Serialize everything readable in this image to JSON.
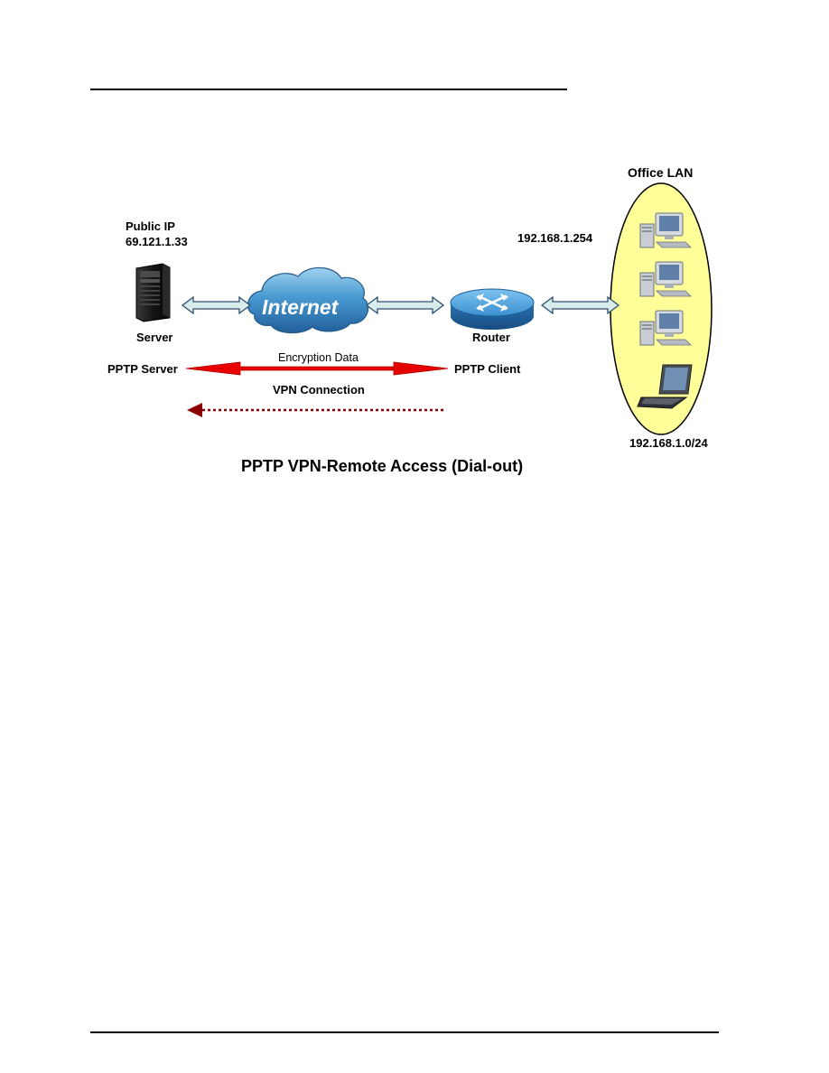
{
  "labels": {
    "office_lan": "Office LAN",
    "public_ip_title": "Public IP",
    "public_ip_value": "69.121.1.33",
    "router_ip": "192.168.1.254",
    "internet": "Internet",
    "server": "Server",
    "router": "Router",
    "pptp_server": "PPTP Server",
    "pptp_client": "PPTP Client",
    "encryption_data": "Encryption Data",
    "vpn_connection": "VPN Connection",
    "lan_subnet": "192.168.1.0/24"
  },
  "caption": "PPTP VPN-Remote Access (Dial-out)",
  "colors": {
    "lan_fill": "#ffff99",
    "encryption_arrow": "#e60000",
    "vpn_arrow": "#8b0000",
    "link_arrow_fill": "#d8ecec",
    "link_arrow_stroke": "#2f4f6f",
    "cloud": "#3f8fc8",
    "router": "#2f7fc0"
  },
  "icons": [
    "server-icon",
    "internet-cloud-icon",
    "router-icon",
    "desktop-computer-icon",
    "laptop-icon"
  ]
}
